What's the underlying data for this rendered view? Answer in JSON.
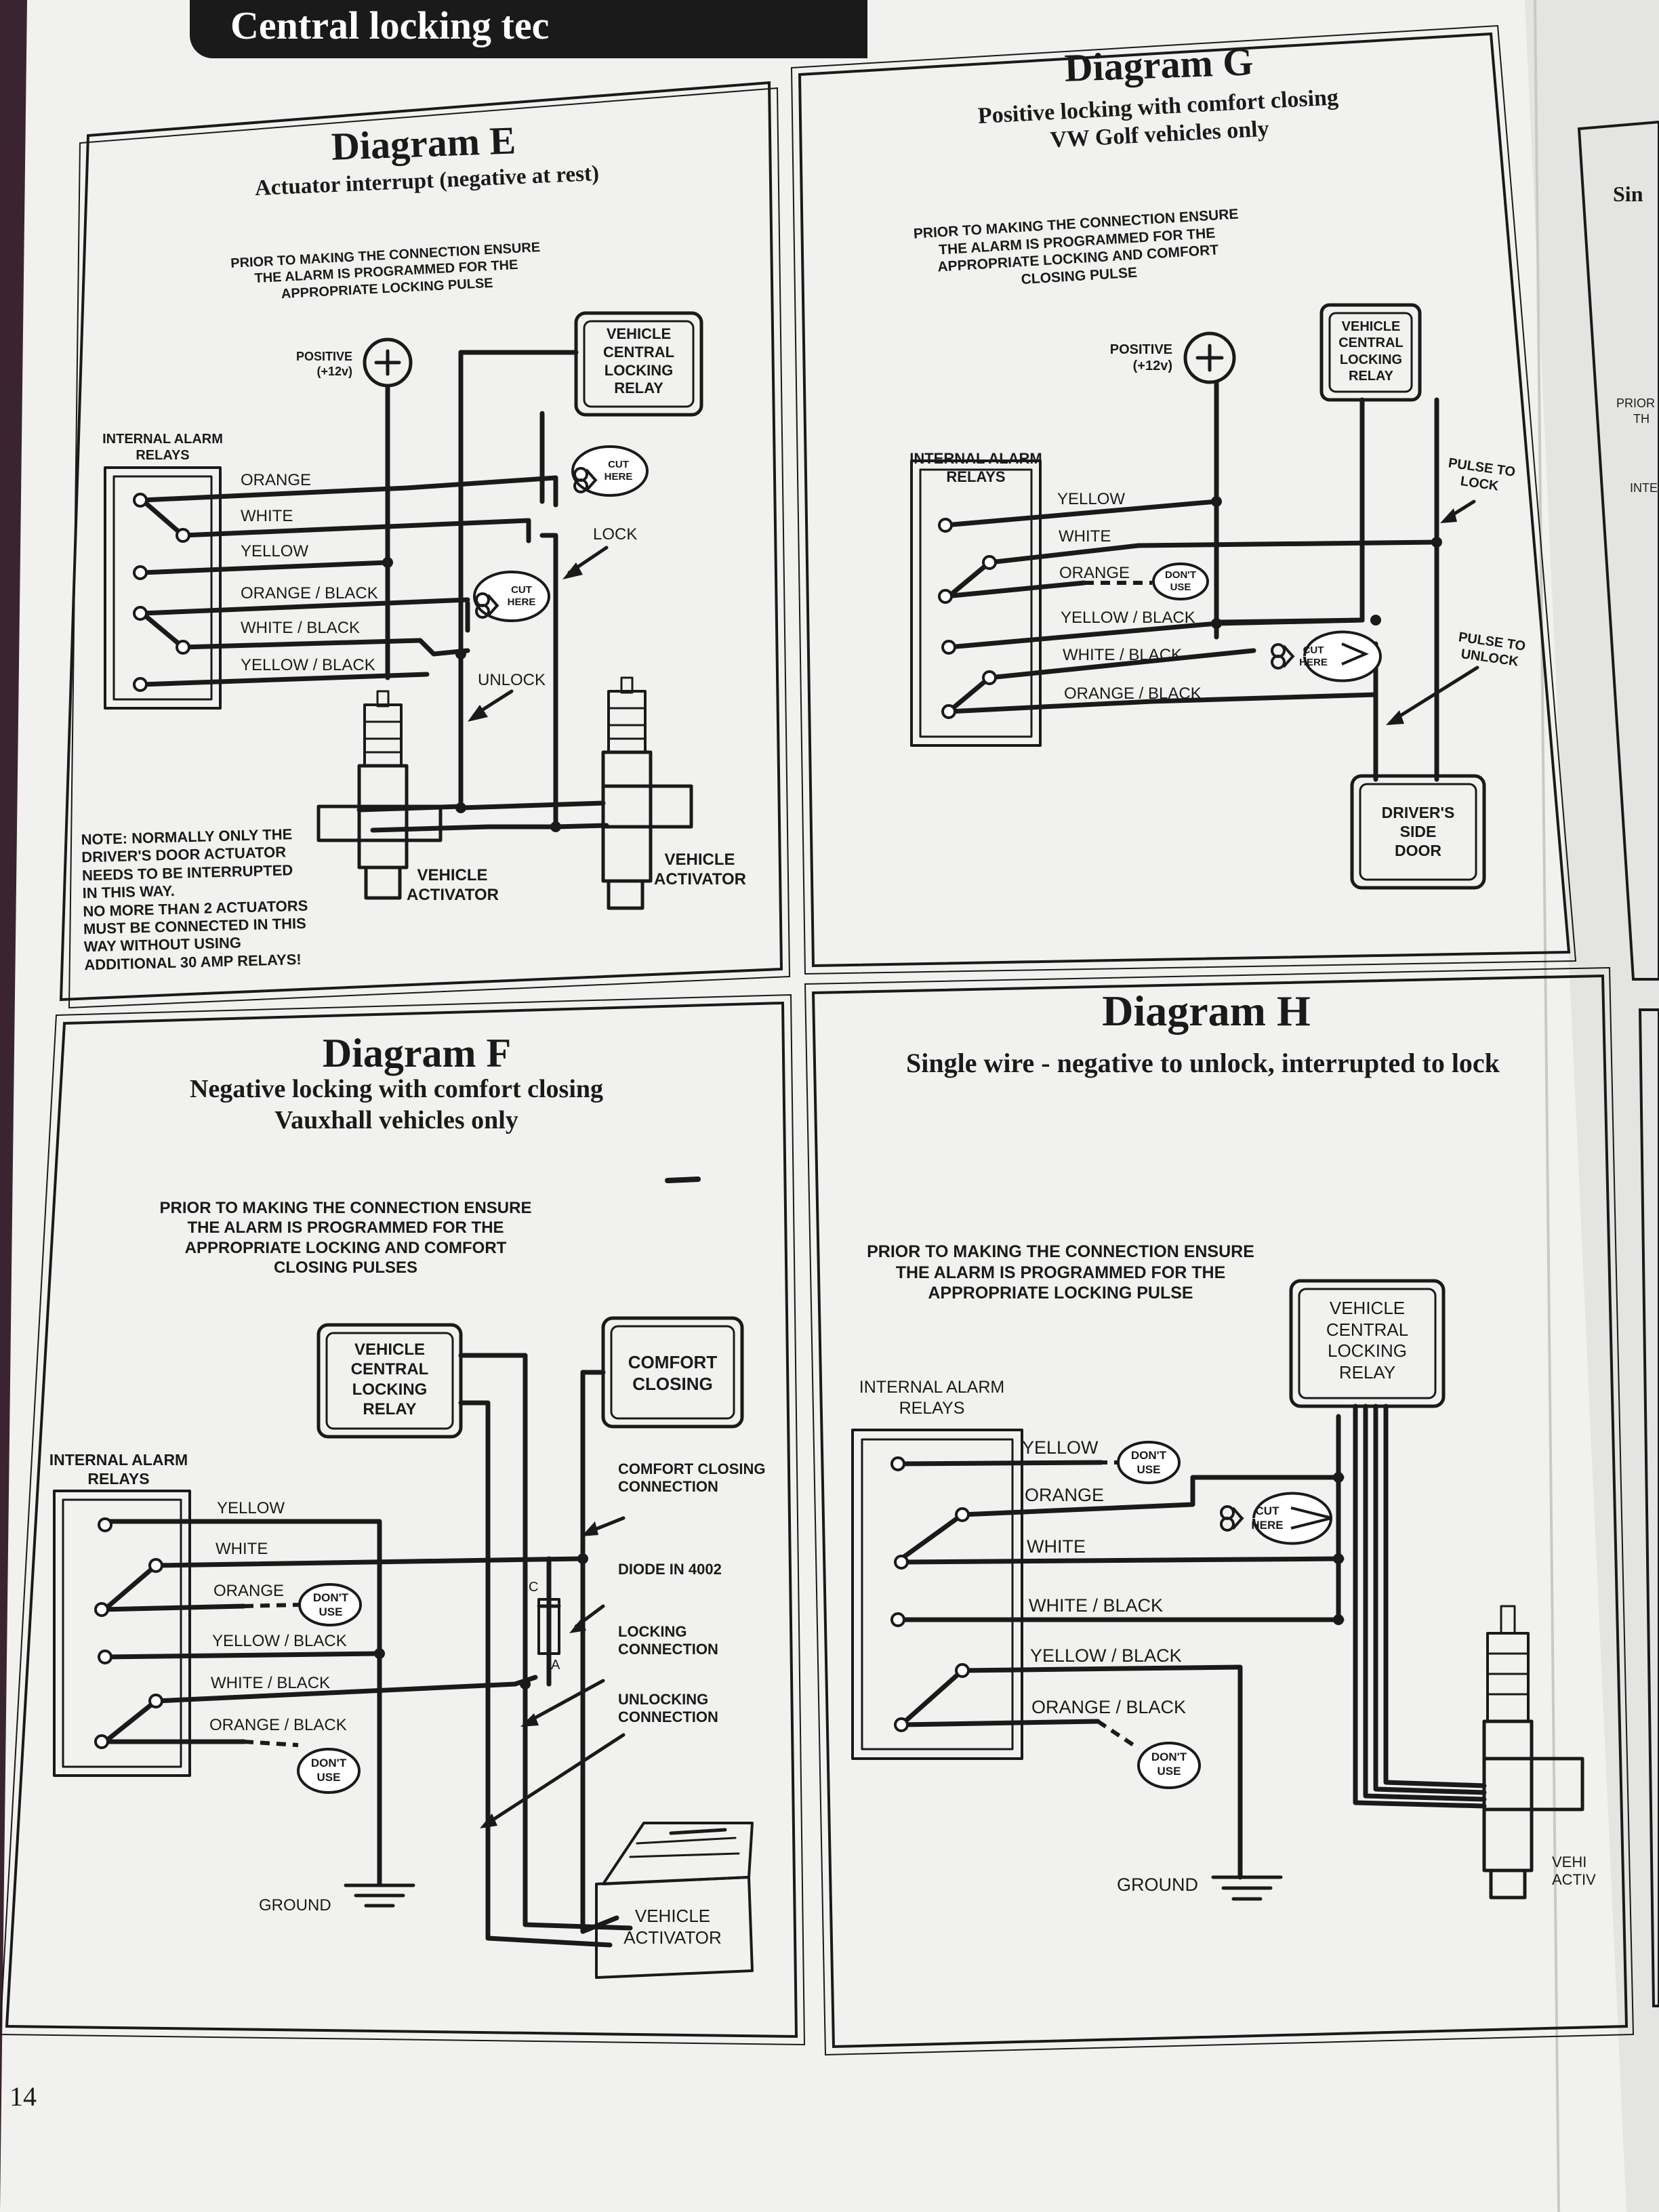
{
  "header": "Central locking tec",
  "page_number": "14",
  "right_edge": {
    "title_fragment": "Sin",
    "prior_fragment": "PRIOR",
    "prior_fragment_2": "TH",
    "internal_fragment": "INTE"
  },
  "diagram_e": {
    "title": "Diagram E",
    "subtitle": "Actuator interrupt (negative at rest)",
    "prior_note": [
      "PRIOR TO MAKING THE CONNECTION ENSURE",
      "THE ALARM IS PROGRAMMED FOR THE",
      "APPROPRIATE LOCKING PULSE"
    ],
    "positive": [
      "POSITIVE",
      "(+12v)"
    ],
    "relay_box": [
      "VEHICLE",
      "CENTRAL",
      "LOCKING",
      "RELAY"
    ],
    "internal": [
      "INTERNAL ALARM",
      "RELAYS"
    ],
    "wires": [
      "ORANGE",
      "WHITE",
      "YELLOW",
      "ORANGE / BLACK",
      "WHITE / BLACK",
      "YELLOW / BLACK"
    ],
    "cut_here": [
      "CUT",
      "HERE"
    ],
    "lock": "LOCK",
    "unlock": "UNLOCK",
    "activator": [
      "VEHICLE",
      "ACTIVATOR"
    ],
    "note": [
      "NOTE: NORMALLY ONLY THE",
      "DRIVER'S DOOR ACTUATOR",
      "NEEDS TO BE INTERRUPTED",
      "IN THIS WAY.",
      "NO MORE THAN 2 ACTUATORS",
      "MUST BE CONNECTED IN THIS",
      "WAY WITHOUT USING",
      "ADDITIONAL 30 AMP RELAYS!"
    ]
  },
  "diagram_g": {
    "title": "Diagram G",
    "subtitle": [
      "Positive locking with comfort closing",
      "VW Golf vehicles only"
    ],
    "prior_note": [
      "PRIOR TO MAKING THE CONNECTION ENSURE",
      "THE ALARM IS PROGRAMMED FOR THE",
      "APPROPRIATE LOCKING AND COMFORT",
      "CLOSING PULSE"
    ],
    "positive": [
      "POSITIVE",
      "(+12v)"
    ],
    "relay_box": [
      "VEHICLE",
      "CENTRAL",
      "LOCKING",
      "RELAY"
    ],
    "internal": [
      "INTERNAL ALARM",
      "RELAYS"
    ],
    "wires": [
      "YELLOW",
      "WHITE",
      "ORANGE",
      "YELLOW / BLACK",
      "WHITE / BLACK",
      "ORANGE / BLACK"
    ],
    "dont_use": [
      "DON'T",
      "USE"
    ],
    "cut_here": [
      "CUT",
      "HERE"
    ],
    "pulse_lock": [
      "PULSE TO",
      "LOCK"
    ],
    "pulse_unlock": [
      "PULSE TO",
      "UNLOCK"
    ],
    "door": [
      "DRIVER'S",
      "SIDE",
      "DOOR"
    ]
  },
  "diagram_f": {
    "title": "Diagram F",
    "subtitle": [
      "Negative locking with comfort closing",
      "Vauxhall vehicles only"
    ],
    "prior_note": [
      "PRIOR TO MAKING THE CONNECTION ENSURE",
      "THE ALARM IS PROGRAMMED FOR THE",
      "APPROPRIATE LOCKING AND COMFORT",
      "CLOSING PULSES"
    ],
    "relay_box": [
      "VEHICLE",
      "CENTRAL",
      "LOCKING",
      "RELAY"
    ],
    "comfort_box": [
      "COMFORT",
      "CLOSING"
    ],
    "internal": [
      "INTERNAL ALARM",
      "RELAYS"
    ],
    "wires": [
      "YELLOW",
      "WHITE",
      "ORANGE",
      "YELLOW / BLACK",
      "WHITE / BLACK",
      "ORANGE / BLACK"
    ],
    "dont_use": [
      "DON'T",
      "USE"
    ],
    "comfort_conn": [
      "COMFORT CLOSING",
      "CONNECTION"
    ],
    "diode": "DIODE IN 4002",
    "diode_c": "C",
    "diode_a": "A",
    "locking_conn": [
      "LOCKING",
      "CONNECTION"
    ],
    "unlocking_conn": [
      "UNLOCKING",
      "CONNECTION"
    ],
    "ground": "GROUND",
    "activator": [
      "VEHICLE",
      "ACTIVATOR"
    ]
  },
  "diagram_h": {
    "title": "Diagram H",
    "subtitle": "Single wire - negative to unlock, interrupted to lock",
    "prior_note": [
      "PRIOR TO MAKING THE CONNECTION ENSURE",
      "THE ALARM IS PROGRAMMED FOR THE",
      "APPROPRIATE LOCKING PULSE"
    ],
    "relay_box": [
      "VEHICLE",
      "CENTRAL",
      "LOCKING",
      "RELAY"
    ],
    "internal": [
      "INTERNAL ALARM",
      "RELAYS"
    ],
    "wires": [
      "YELLOW",
      "ORANGE",
      "WHITE",
      "WHITE / BLACK",
      "YELLOW / BLACK",
      "ORANGE / BLACK"
    ],
    "dont_use": [
      "DON'T",
      "USE"
    ],
    "cut_here": [
      "CUT",
      "HERE"
    ],
    "ground": "GROUND",
    "activator": [
      "VEHI",
      "ACTIV"
    ]
  }
}
